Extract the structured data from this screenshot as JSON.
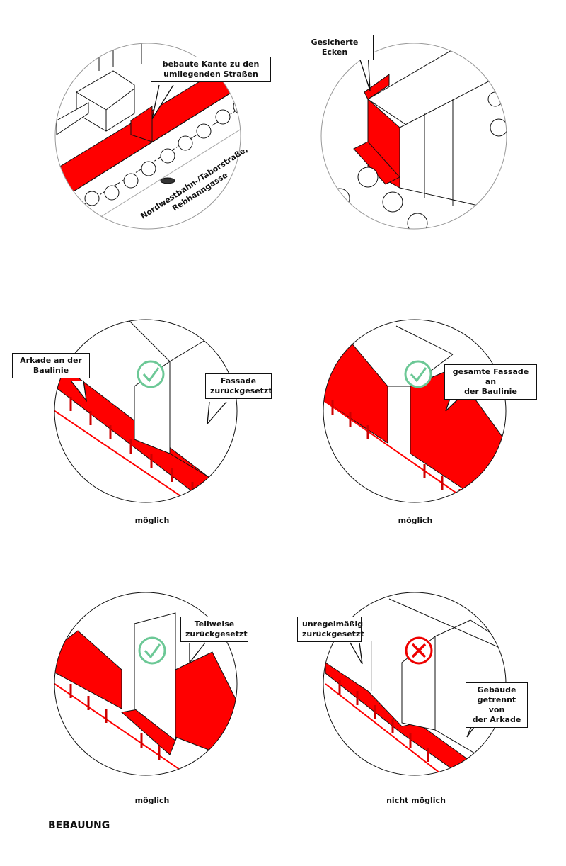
{
  "title": "BEBAUUNG",
  "colors": {
    "accent_red": "#ff0000",
    "ok_green": "#6cc896",
    "line": "#111111"
  },
  "panels": [
    {
      "callouts": [
        "bebaute Kante zu den\numliegenden Straßen"
      ],
      "street_label": "Nordwestbahn-/Taborstraße,\nRebhanngasse"
    },
    {
      "callouts": [
        "Gesicherte Ecken"
      ]
    },
    {
      "callouts": [
        "Arkade an der\nBaulinie",
        "Fassade\nzurückgesetzt"
      ],
      "status_icon": "check-icon",
      "caption": "möglich"
    },
    {
      "callouts": [
        "gesamte Fassade an\nder Baulinie"
      ],
      "status_icon": "check-icon",
      "caption": "möglich"
    },
    {
      "callouts": [
        "Teilweise\nzurückgesetzt"
      ],
      "status_icon": "check-icon",
      "caption": "möglich"
    },
    {
      "callouts": [
        "unregelmäßig\nzurückgesetzt",
        "Gebäude\ngetrennt von\nder Arkade"
      ],
      "status_icon": "cross-icon",
      "caption": "nicht möglich"
    }
  ]
}
